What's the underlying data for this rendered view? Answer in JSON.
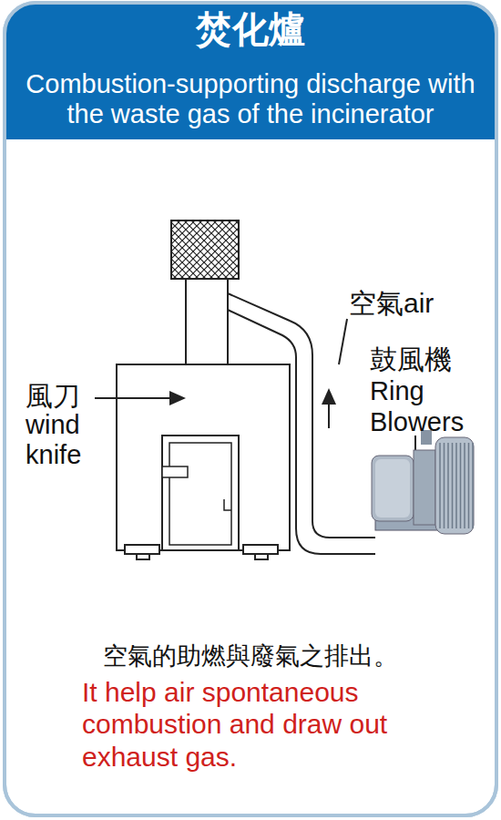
{
  "diagram": {
    "title": "焚化爐",
    "labels": [
      "Combustion-supporting discharge with the waste gas of the incinerator",
      "空氣air",
      "鼓風機",
      "Ring",
      "Blowers",
      "風刀",
      "wind knife",
      "空氣的助燃與廢氣之排出。",
      "It help air spontaneous combustion and draw out exhaust gas."
    ]
  }
}
